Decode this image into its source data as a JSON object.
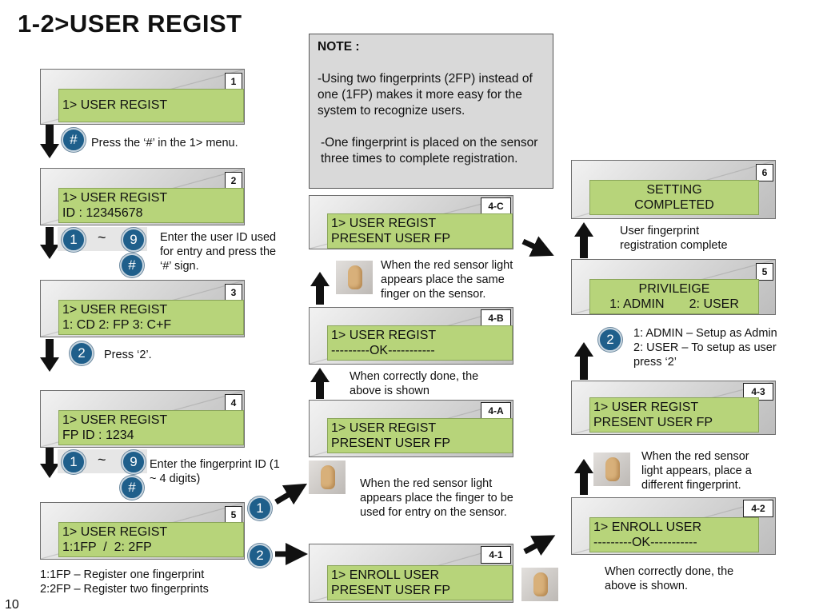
{
  "title": "1-2>USER REGIST",
  "page_number": "10",
  "note": {
    "heading": "NOTE :",
    "para1": "-Using two fingerprints (2FP) instead of one (1FP) makes it more easy for the system to recognize users.",
    "para2": "-One fingerprint is placed on the sensor three times to complete registration."
  },
  "screens": {
    "s1": {
      "badge": "1",
      "line1": "1> USER REGIST",
      "line2": ""
    },
    "s2": {
      "badge": "2",
      "line1": "1> USER REGIST",
      "line2": "ID : 12345678"
    },
    "s3": {
      "badge": "3",
      "line1": "1> USER REGIST",
      "line2": "1: CD 2: FP 3: C+F"
    },
    "s4": {
      "badge": "4",
      "line1": "1> USER REGIST",
      "line2": "FP ID : 1234"
    },
    "s5": {
      "badge": "5",
      "line1": "1> USER REGIST",
      "line2": "1:1FP  /  2: 2FP"
    },
    "s41": {
      "badge": "4-1",
      "line1": "1> ENROLL USER",
      "line2": "PRESENT USER FP"
    },
    "s4a": {
      "badge": "4-A",
      "line1": "1> USER REGIST",
      "line2": "PRESENT USER FP"
    },
    "s4b": {
      "badge": "4-B",
      "line1": "1> USER REGIST",
      "line2": "---------OK-----------"
    },
    "s4c": {
      "badge": "4-C",
      "line1": "1> USER REGIST",
      "line2": "PRESENT USER FP"
    },
    "s42": {
      "badge": "4-2",
      "line1": "1> ENROLL USER",
      "line2": "---------OK-----------"
    },
    "s43": {
      "badge": "4-3",
      "line1": "1> USER REGIST",
      "line2": "PRESENT USER FP"
    },
    "s5r": {
      "badge": "5",
      "line1": "PRIVILEIGE",
      "line2": "1: ADMIN       2: USER"
    },
    "s6": {
      "badge": "6",
      "line1": "SETTING",
      "line2": "COMPLETED"
    }
  },
  "keys": {
    "hash": "#",
    "one": "1",
    "nine": "9",
    "two": "2",
    "tilde": "~"
  },
  "captions": {
    "c1": "Press the ‘#’ in the 1> menu.",
    "c2": "Enter the user ID used\nfor entry and press the\n‘#’ sign.",
    "c3": "Press ‘2’.",
    "c4": "Enter the fingerprint ID (1\n~ 4 digits)",
    "c5": "1:1FP – Register one fingerprint\n2:2FP – Register two fingerprints",
    "c4a": "When the red sensor light\nappears place the finger to be\nused for entry on the sensor.",
    "c4b": "When correctly done, the\nabove is shown",
    "c4c": "When the red sensor light\nappears place the same\nfinger on the sensor.",
    "c42": "When correctly done, the\nabove is shown.",
    "c43": "When the red sensor\nlight appears, place a\ndifferent fingerprint.",
    "c5r": "1: ADMIN – Setup as Admin\n2: USER – To setup as user\npress ‘2’",
    "c6": "User fingerprint\nregistration complete"
  },
  "colors": {
    "lcd_screen": "#b7d47a",
    "key_blue": "#1f5f8b",
    "note_bg": "#d9d9d9"
  }
}
